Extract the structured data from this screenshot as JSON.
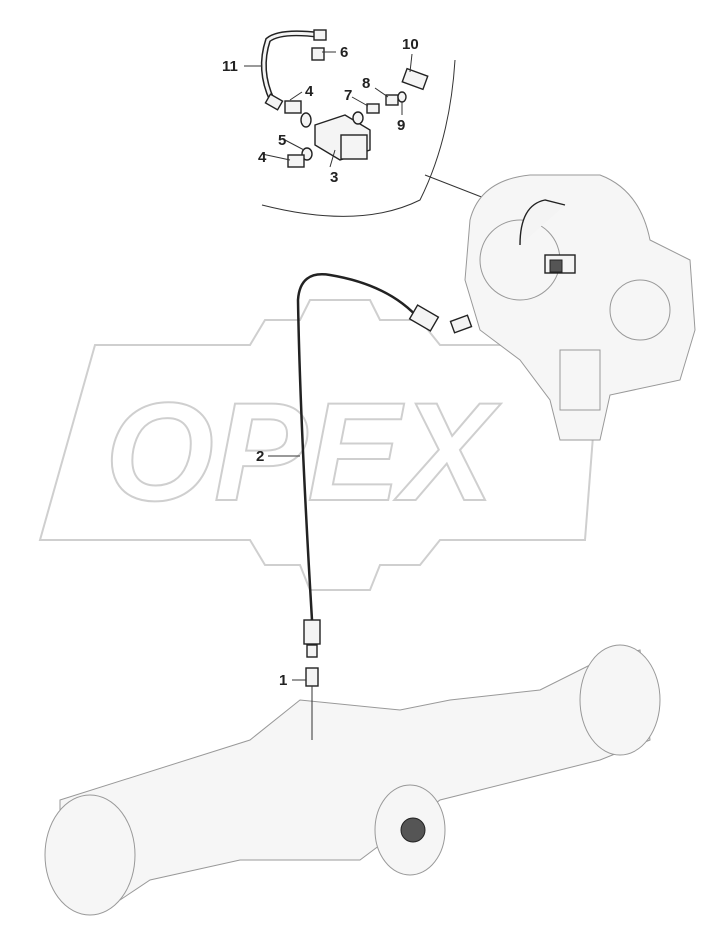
{
  "watermark": "OPEX",
  "callouts": [
    {
      "id": "callout-1",
      "label": "1"
    },
    {
      "id": "callout-2",
      "label": "2"
    },
    {
      "id": "callout-3",
      "label": "3"
    },
    {
      "id": "callout-4a",
      "label": "4"
    },
    {
      "id": "callout-4b",
      "label": "4"
    },
    {
      "id": "callout-5",
      "label": "5"
    },
    {
      "id": "callout-6",
      "label": "6"
    },
    {
      "id": "callout-7",
      "label": "7"
    },
    {
      "id": "callout-8",
      "label": "8"
    },
    {
      "id": "callout-9",
      "label": "9"
    },
    {
      "id": "callout-10",
      "label": "10"
    },
    {
      "id": "callout-11",
      "label": "11"
    }
  ]
}
